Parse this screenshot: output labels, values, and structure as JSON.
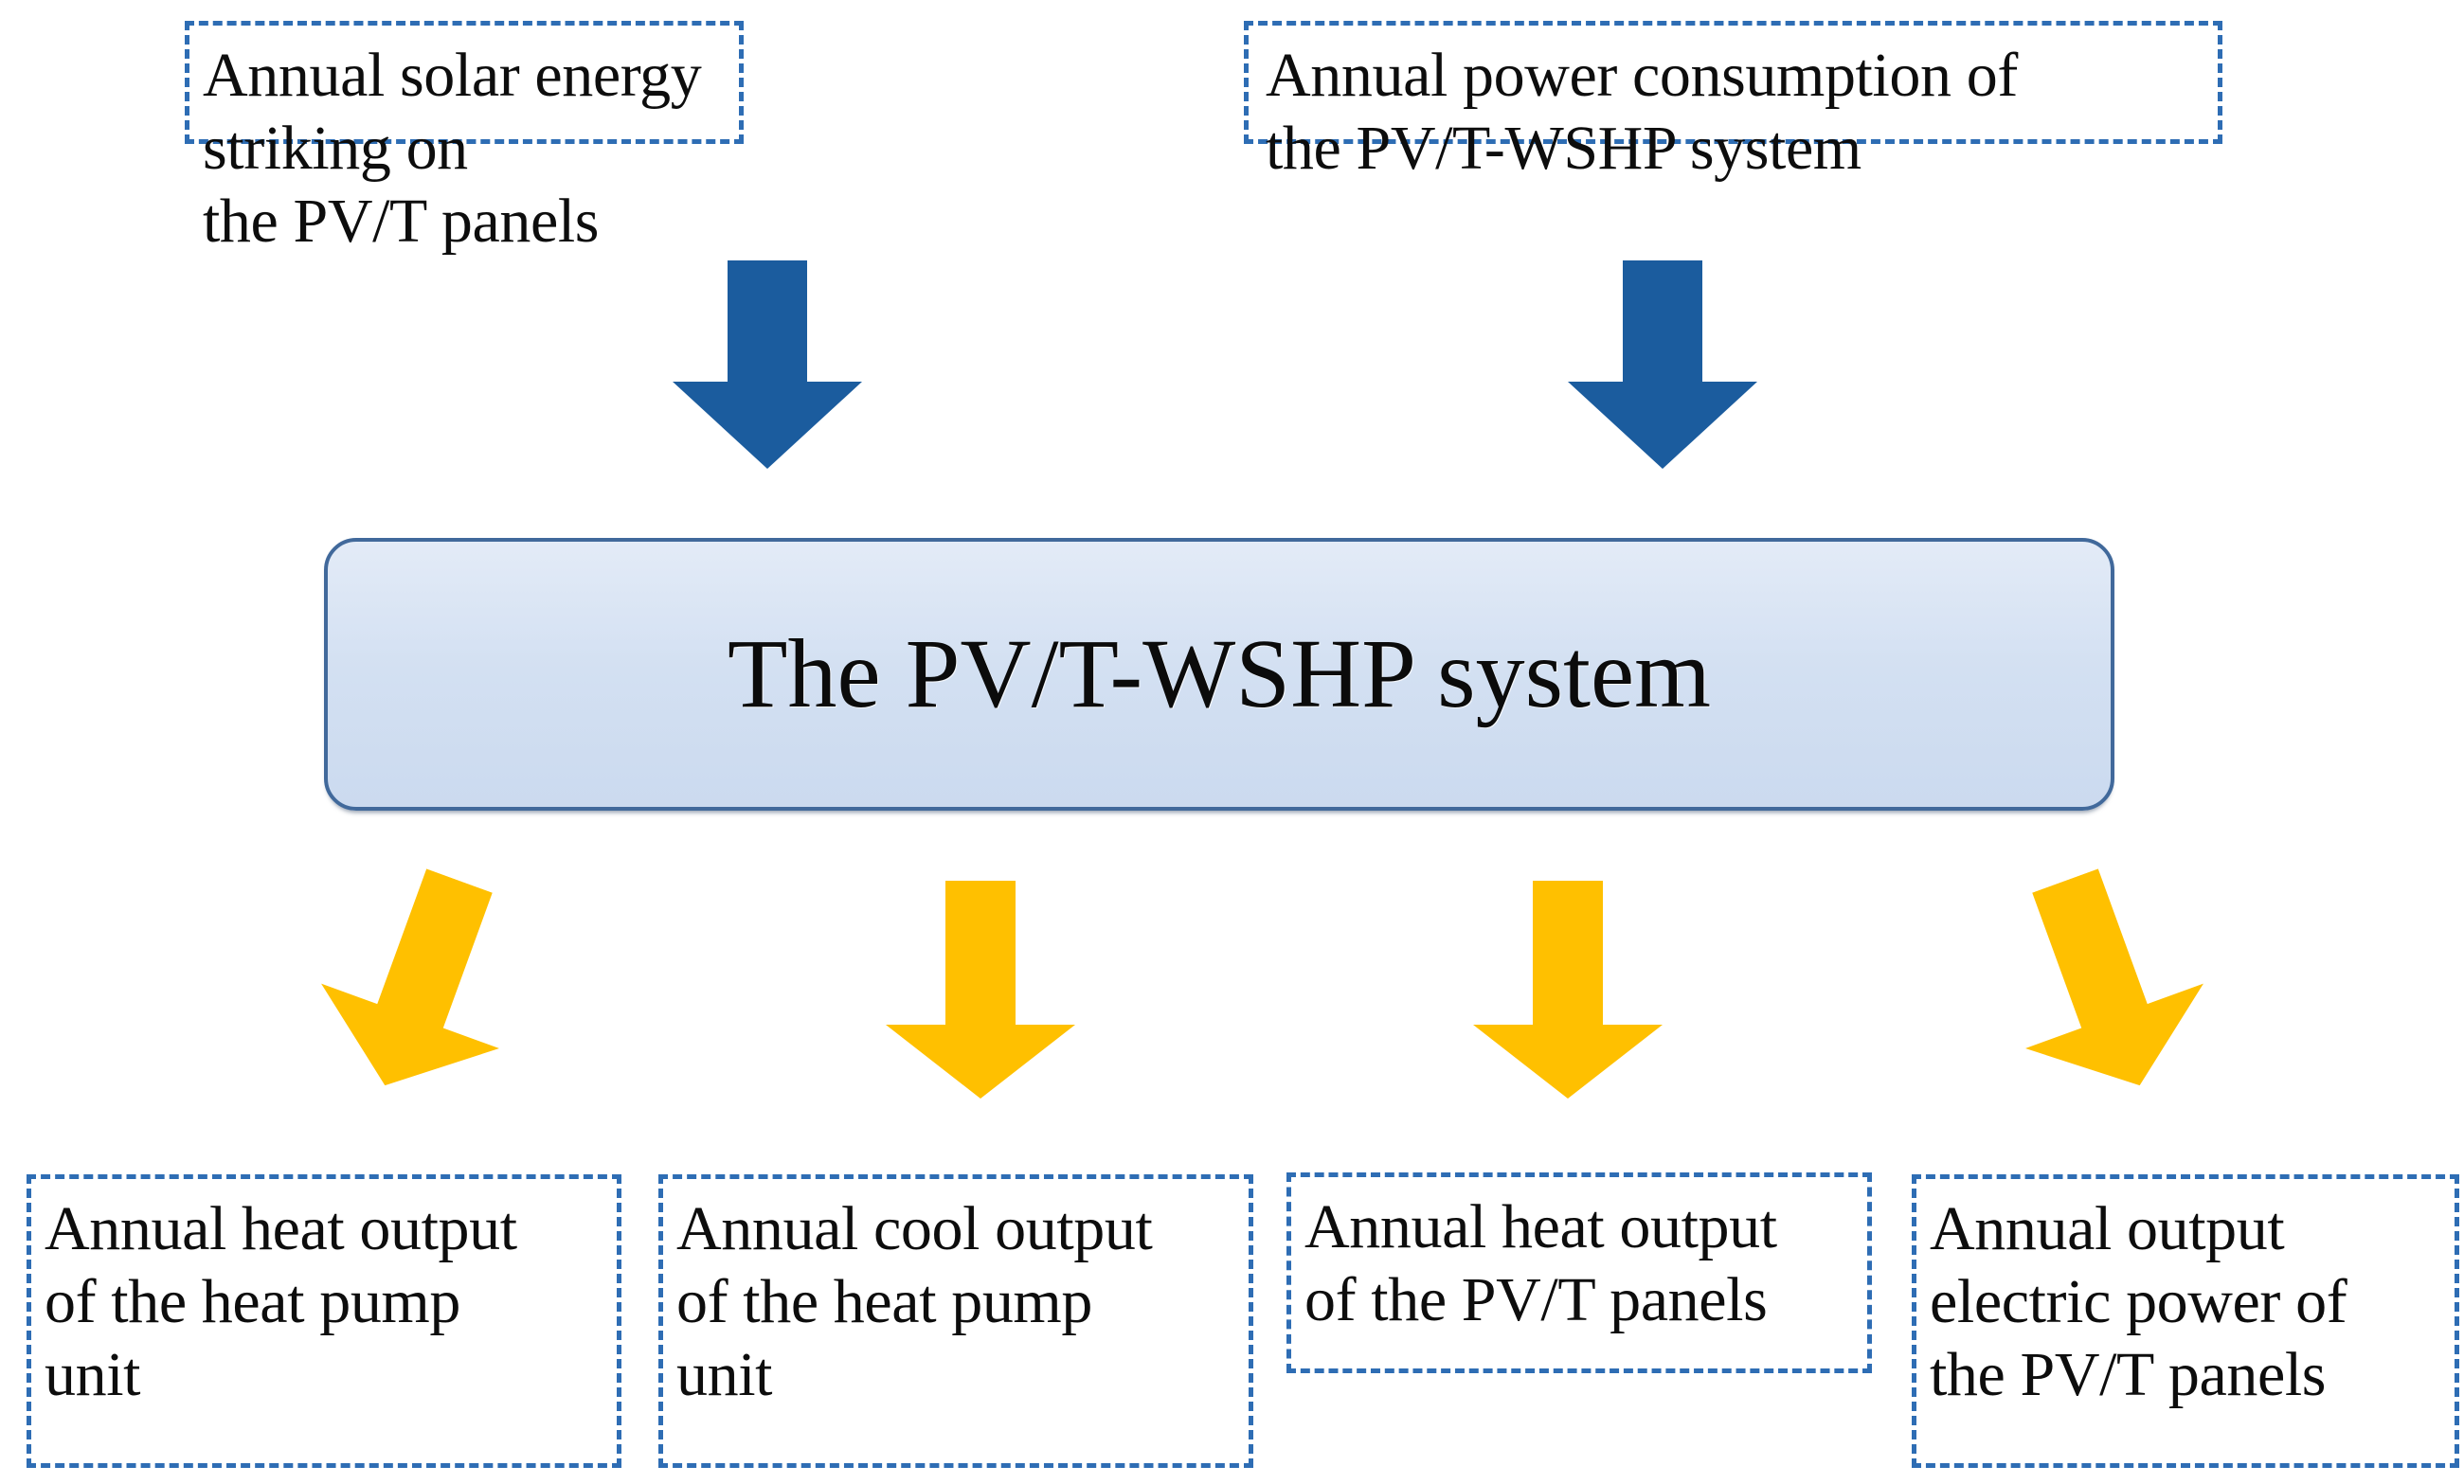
{
  "diagram": {
    "title": "The PV/T-WSHP system energy flow diagram",
    "colors": {
      "dashed_border": "#2E6DB4",
      "blue_arrow": "#1B5C9E",
      "yellow_arrow": "#FFC000",
      "center_fill": "#D6E2F2",
      "center_border": "#41699B",
      "text": "#0D0D0D"
    },
    "inputs": [
      {
        "id": "solar-input",
        "label": "Annual solar energy striking on\nthe PV/T panels"
      },
      {
        "id": "power-input",
        "label": "Annual power consumption of\nthe PV/T-WSHP system"
      }
    ],
    "system": {
      "id": "pvt-wshp-system",
      "label": "The PV/T-WSHP system"
    },
    "outputs": [
      {
        "id": "heat-output-hp",
        "label": "Annual heat output\nof the heat pump\nunit"
      },
      {
        "id": "cool-output-hp",
        "label": "Annual cool output\nof the heat pump\nunit"
      },
      {
        "id": "heat-output-pvt",
        "label": "Annual heat output\nof the PV/T panels"
      },
      {
        "id": "electric-output-pvt",
        "label": "Annual output\nelectric power of\nthe PV/T panels"
      }
    ],
    "arrows": {
      "input_arrows": [
        {
          "id": "blue-arrow-solar",
          "direction": "down",
          "color": "#1B5C9E"
        },
        {
          "id": "blue-arrow-power",
          "direction": "down",
          "color": "#1B5C9E"
        }
      ],
      "output_arrows": [
        {
          "id": "yellow-arrow-1",
          "direction": "down-left",
          "color": "#FFC000"
        },
        {
          "id": "yellow-arrow-2",
          "direction": "down",
          "color": "#FFC000"
        },
        {
          "id": "yellow-arrow-3",
          "direction": "down",
          "color": "#FFC000"
        },
        {
          "id": "yellow-arrow-4",
          "direction": "down-right",
          "color": "#FFC000"
        }
      ]
    }
  }
}
